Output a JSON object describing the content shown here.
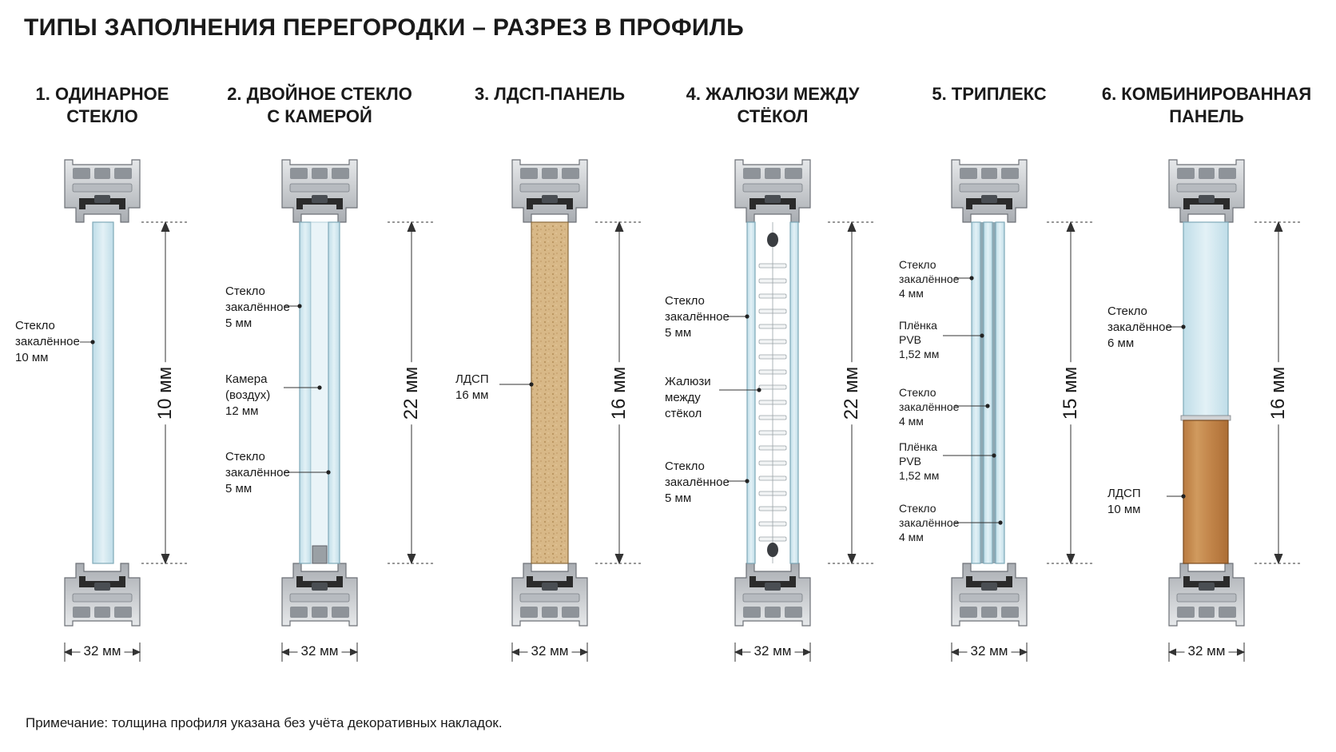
{
  "title": "ТИПЫ ЗАПОЛНЕНИЯ ПЕРЕГОРОДКИ – РАЗРЕЗ В ПРОФИЛЬ",
  "note": "Примечание: толщина профиля указана без учёта декоративных накладок.",
  "colors": {
    "glass": "#cfe6ee",
    "glass_edge": "#7fa9b8",
    "chipboard": "#d9b98a",
    "oak": "#c48a4e",
    "profile": "#c9ccd0",
    "seal": "#2b2b2b"
  },
  "columns": [
    {
      "title_l1": "1. ОДИНАРНОЕ",
      "title_l2": "СТЕКЛО",
      "height": "10 мм",
      "width": "32 мм",
      "labels": [
        {
          "l1": "Стекло",
          "l2": "закалённое",
          "l3": "10 мм"
        }
      ]
    },
    {
      "title_l1": "2. ДВОЙНОЕ СТЕКЛО",
      "title_l2": "С КАМЕРОЙ",
      "height": "22 мм",
      "width": "32 мм",
      "labels": [
        {
          "l1": "Стекло",
          "l2": "закалённое",
          "l3": "5 мм"
        },
        {
          "l1": "Камера",
          "l2": "(воздух)",
          "l3": "12 мм"
        },
        {
          "l1": "Стекло",
          "l2": "закалённое",
          "l3": "5 мм"
        }
      ]
    },
    {
      "title_l1": "3. ЛДСП-ПАНЕЛЬ",
      "title_l2": "",
      "height": "16 мм",
      "width": "32 мм",
      "labels": [
        {
          "l1": "ЛДСП",
          "l2": "16 мм"
        }
      ]
    },
    {
      "title_l1": "4. ЖАЛЮЗИ МЕЖДУ",
      "title_l2": "СТЁКОЛ",
      "height": "22 мм",
      "width": "32 мм",
      "labels": [
        {
          "l1": "Стекло",
          "l2": "закалённое",
          "l3": "5 мм"
        },
        {
          "l1": "Жалюзи",
          "l2": "между",
          "l3": "стёкол"
        },
        {
          "l1": "Стекло",
          "l2": "закалённое",
          "l3": "5 мм"
        }
      ]
    },
    {
      "title_l1": "5. ТРИПЛЕКС",
      "title_l2": "",
      "height": "15 мм",
      "width": "32 мм",
      "labels": [
        {
          "l1": "Стекло",
          "l2": "закалённое",
          "l3": "4 мм"
        },
        {
          "l1": "Плёнка",
          "l2": "PVB",
          "l3": "1,52 мм"
        },
        {
          "l1": "Стекло",
          "l2": "закалённое",
          "l3": "4 мм"
        },
        {
          "l1": "Плёнка",
          "l2": "PVB",
          "l3": "1,52 мм"
        },
        {
          "l1": "Стекло",
          "l2": "закалённое",
          "l3": "4 мм"
        }
      ]
    },
    {
      "title_l1": "6. КОМБИНИРОВАННАЯ",
      "title_l2": "ПАНЕЛЬ",
      "height": "16 мм",
      "width": "32 мм",
      "labels": [
        {
          "l1": "Стекло",
          "l2": "закалённое",
          "l3": "6 мм"
        },
        {
          "l1": "ЛДСП",
          "l2": "10 мм"
        }
      ]
    }
  ]
}
